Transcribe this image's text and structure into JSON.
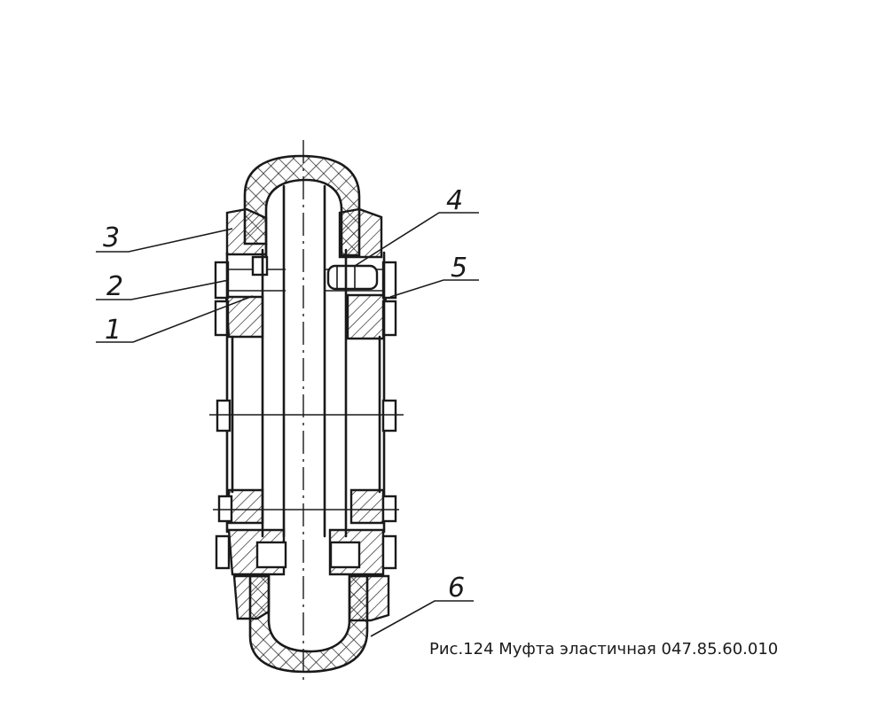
{
  "caption": "Рис.124 Муфта эластичная 047.85.60.010",
  "part_labels": [
    "1",
    "2",
    "3",
    "4",
    "5",
    "6"
  ],
  "colors": {
    "ink": "#1a1a1a",
    "paper": "#ffffff"
  }
}
